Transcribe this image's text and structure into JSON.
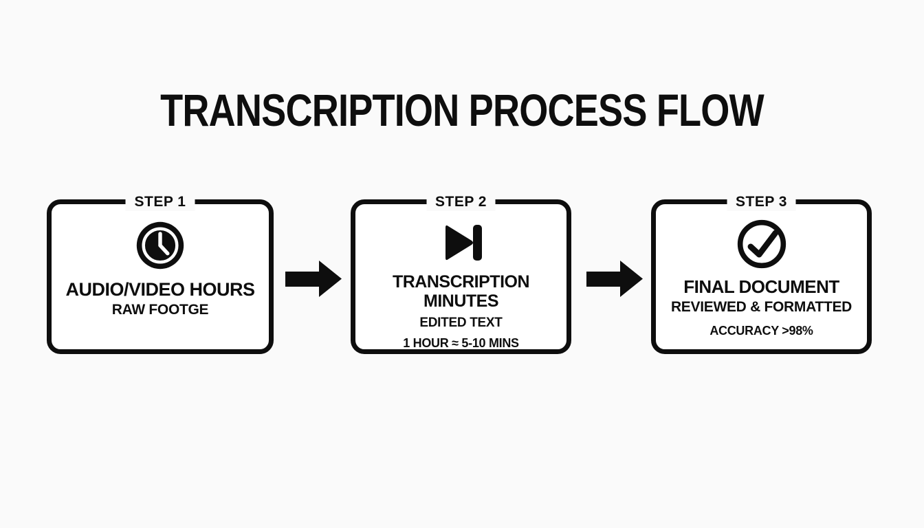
{
  "title": "TRANSCRIPTION PROCESS FLOW",
  "steps": [
    {
      "label": "STEP 1",
      "icon": "clock-icon",
      "heading": "AUDIO/VIDEO HOURS",
      "sub": "RAW FOOTGE"
    },
    {
      "label": "STEP 2",
      "icon": "skip-next-icon",
      "heading": "TRANSCRIPTION MINUTES",
      "sub": "EDITED TEXT",
      "note": "1 HOUR ≈ 5-10 MINS"
    },
    {
      "label": "STEP 3",
      "icon": "check-circle-icon",
      "heading": "FINAL DOCUMENT",
      "sub": "REVIEWED & FORMATTED",
      "note": "ACCURACY >98%"
    }
  ],
  "colors": {
    "background": "#fafafa",
    "box_fill": "#ffffff",
    "ink": "#0e0e0e"
  }
}
